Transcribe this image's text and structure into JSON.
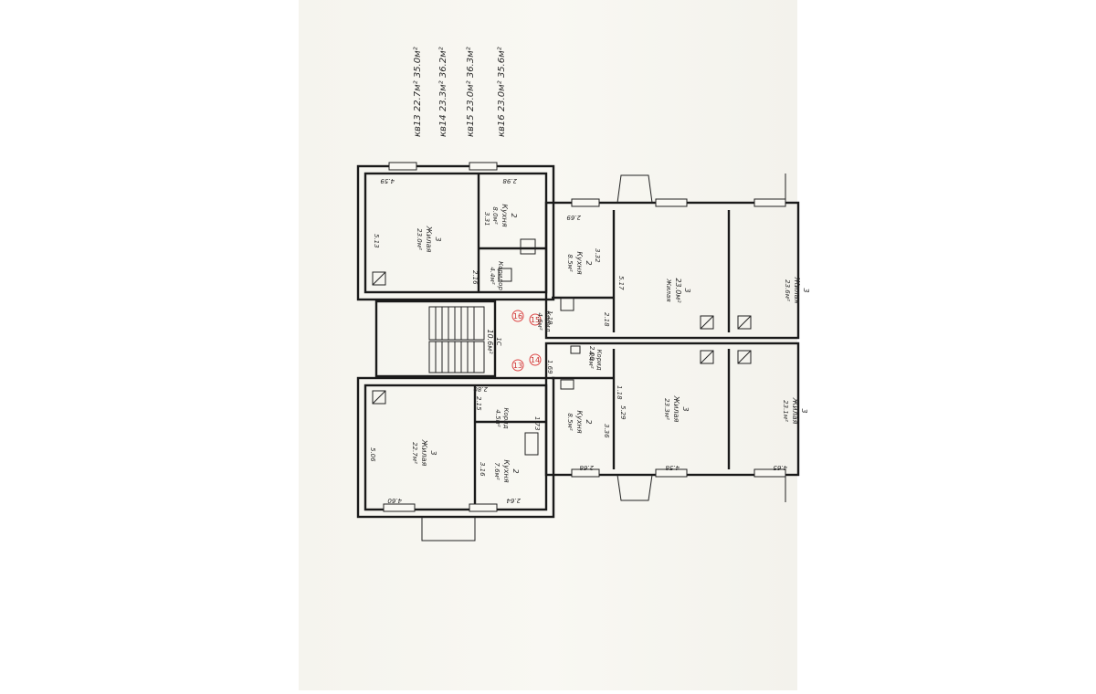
{
  "legend": {
    "apt13": "кв13 22.7м² 35.0м²",
    "apt14": "кв14 23.3м² 36.2м²",
    "apt15": "кв15 23.0м² 36.3м²",
    "apt16": "кв16 23.0м² 35.6м²"
  },
  "rooms": {
    "tl_living_num": "3",
    "tl_living_name": "Жилая",
    "tl_living_area": "23.0м²",
    "tl_kitchen_num": "2",
    "tl_kitchen_name": "Кухня",
    "tl_kitchen_area": "8.0м²",
    "tl_corridor_name": "Коридор",
    "tl_corridor_area": "4.4м²",
    "bl_living_num": "3",
    "bl_living_name": "Жилая",
    "bl_living_area": "22.7м²",
    "bl_kitchen_num": "2",
    "bl_kitchen_name": "Кухня",
    "bl_kitchen_area": "7.6м²",
    "bl_corridor_name": "Корид",
    "bl_corridor_area": "4.5м²",
    "stair_num": "1С",
    "stair_area": "10.6м²",
    "tr_kitchen_num": "2",
    "tr_kitchen_name": "Кухня",
    "tr_kitchen_area": "8.5м²",
    "tr_living_num": "3",
    "tr_living_name": "Жилая",
    "tr_living_area": "23.0м²",
    "tr_corridor_name": "Корид",
    "tr_corridor_area": "4.6м²",
    "br_corridor_name": "Корид",
    "br_corridor_area": "4.4м²",
    "br_kitchen_num": "2",
    "br_kitchen_name": "Кухня",
    "br_kitchen_area": "8.5м²",
    "br_living_num": "3",
    "br_living_name": "Жилая",
    "br_living_area": "23.3м²",
    "far_top_num": "3",
    "far_top_name": "Жилая",
    "far_top_area": "23.6м²",
    "far_bot_num": "3",
    "far_bot_name": "Жилая",
    "far_bot_area": "23.1м²"
  },
  "dims": {
    "d513": "5.13",
    "d459": "4.59",
    "d298": "2.98",
    "d331": "3.31",
    "d216": "2.16",
    "d506": "5.06",
    "d460": "4.60",
    "d264": "2.64",
    "d316": "3.16",
    "d215": "2.15",
    "d280": "2.80",
    "d173": "1.73",
    "d269": "2.69",
    "d332": "3.32",
    "d517": "5.17",
    "d218": "2.18",
    "d119": "1.19",
    "d169": "1.69",
    "d206": "2.06",
    "d118": "1.18",
    "d268": "2.68",
    "d336": "3.36",
    "d529": "5.29",
    "d458": "4.58",
    "d465": "4.65"
  },
  "markers": {
    "m13": "13",
    "m14": "14",
    "m15": "15",
    "m16": "16"
  }
}
